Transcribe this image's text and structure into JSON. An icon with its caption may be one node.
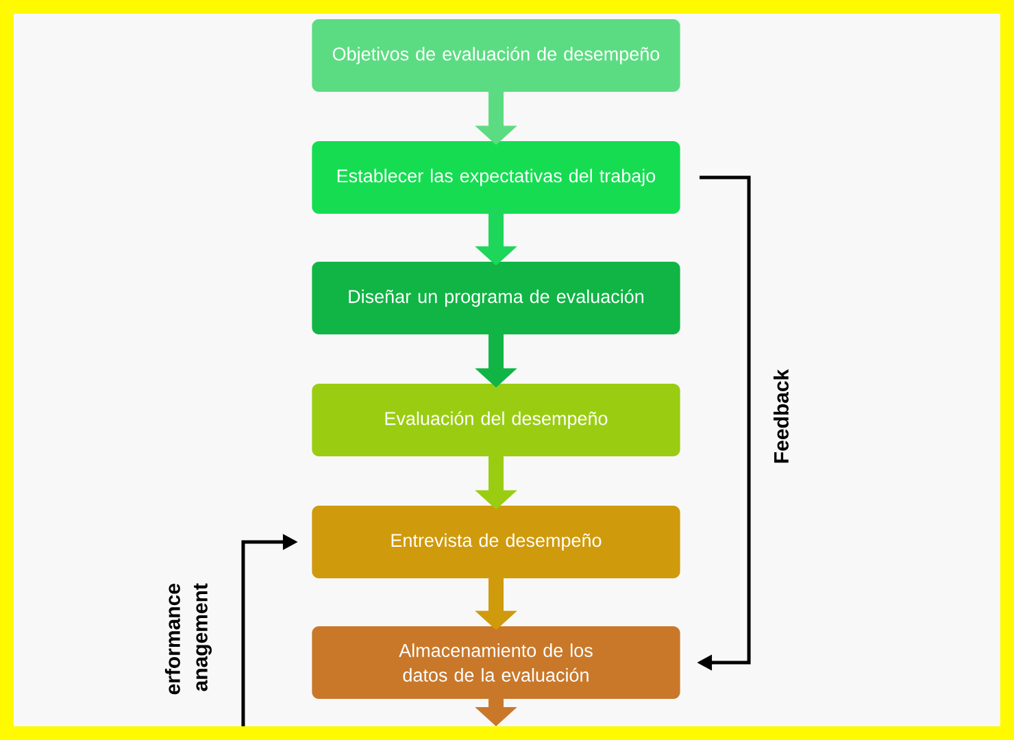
{
  "diagram": {
    "nodes": [
      {
        "text": [
          "Objetivos de evaluación de desempeño"
        ]
      },
      {
        "text": [
          "Establecer las expectativas del trabajo"
        ]
      },
      {
        "text": [
          "Diseñar un programa de evaluación"
        ]
      },
      {
        "text": [
          "Evaluación del desempeño"
        ]
      },
      {
        "text": [
          "Entrevista de desempeño"
        ]
      },
      {
        "text": [
          "Almacenamiento de los datos de la evaluación"
        ]
      }
    ],
    "edges": [
      {
        "from": 0,
        "to": 1,
        "arrow": "to",
        "color": "#5cdc82"
      },
      {
        "from": 1,
        "to": 2,
        "arrow": "to",
        "color": "#1ed65a"
      },
      {
        "from": 2,
        "to": 3,
        "arrow": "to",
        "color": "#10b545"
      },
      {
        "from": 3,
        "to": 4,
        "arrow": "to",
        "color": "#9acd12"
      },
      {
        "from": 4,
        "to": 5,
        "arrow": "to",
        "color": "#cf9a0c"
      },
      {
        "from": 5,
        "to": null,
        "arrow": "to",
        "color": "#c9782a"
      },
      {
        "from": 1,
        "to": 5,
        "arrow": "to",
        "label": "Feedback"
      },
      {
        "from": null,
        "to": 4,
        "arrow": "to",
        "label": "erformance anagement"
      }
    ]
  }
}
